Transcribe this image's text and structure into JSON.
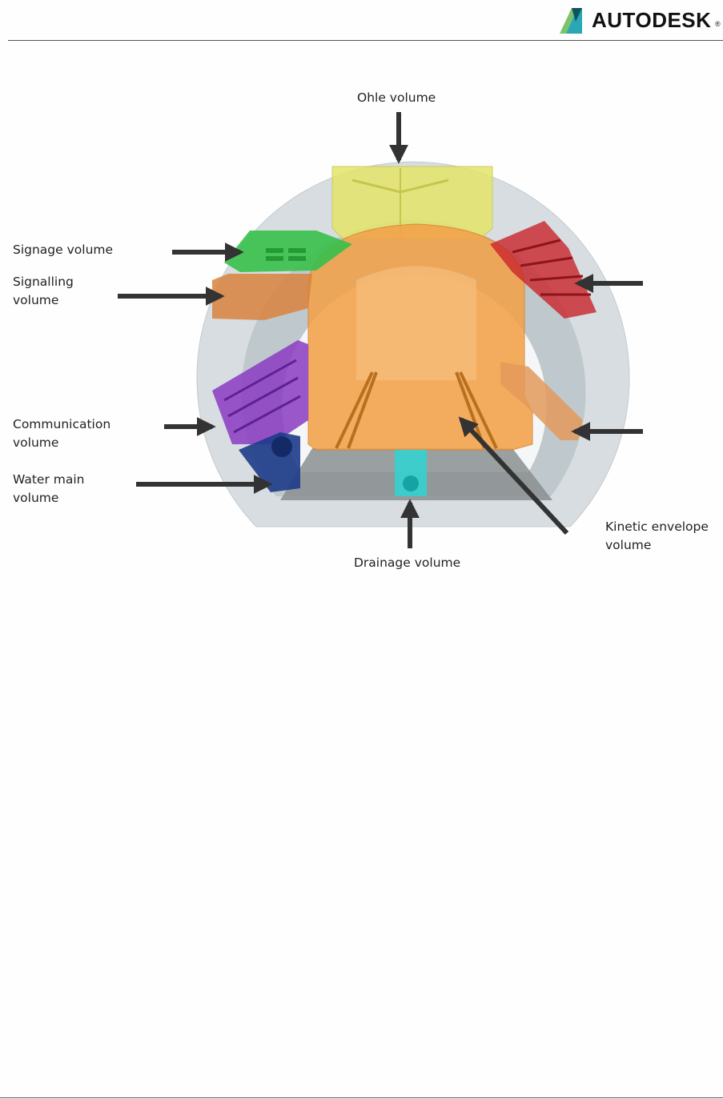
{
  "header": {
    "brand": "AUTODESK",
    "brand_reg": "®",
    "colors": {
      "logo_teal": "#2aa7b5",
      "logo_green": "#7cc36b",
      "logo_dark": "#0b5563"
    }
  },
  "figure": {
    "labels": {
      "ohle": "Ohle volume",
      "signage": "Signage volume",
      "signalling": "Signalling\nvolume",
      "communication": "Communication\nvolume",
      "water_main": "Water main\nvolume",
      "drainage": "Drainage volume",
      "kinetic": "Kinetic envelope\nvolume"
    },
    "volume_colors": {
      "ohle": "#e4e66a",
      "signage": "#37c04a",
      "signalling": "#d9833d",
      "red_volume": "#c9242b",
      "communication": "#8a3bc2",
      "water_main": "#1d3b8a",
      "drainage": "#35d2d0",
      "kinetic": "#f3a24a",
      "tunnel": "#cfd6da"
    }
  }
}
